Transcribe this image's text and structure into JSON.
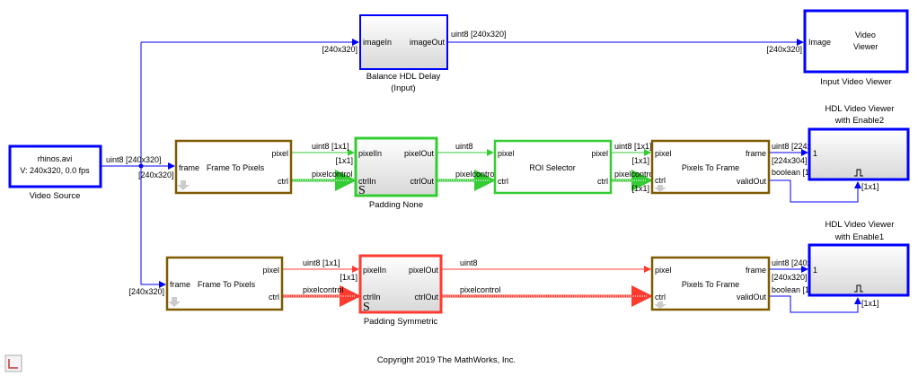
{
  "colors": {
    "blue": "#0000ff",
    "green": "#33cc33",
    "red": "#ff3b30",
    "brown": "#7f5a00"
  },
  "blocks": {
    "video_source": {
      "line1": "rhinos.avi",
      "line2": "V: 240x320, 0.0 fps",
      "name": "Video Source"
    },
    "balance": {
      "in": "imageIn",
      "out": "imageOut",
      "name1": "Balance HDL Delay",
      "name2": "(Input)"
    },
    "input_viewer": {
      "in": "Image",
      "title1": "Video",
      "title2": "Viewer",
      "name": "Input Video Viewer"
    },
    "ftp1": {
      "in": "frame",
      "title": "Frame To Pixels",
      "out1": "pixel",
      "out2": "ctrl"
    },
    "ftp2": {
      "in": "frame",
      "title": "Frame To Pixels",
      "out1": "pixel",
      "out2": "ctrl"
    },
    "pad_none": {
      "in1": "pixelIn",
      "in2": "ctrlIn",
      "out1": "pixelOut",
      "out2": "ctrlOut",
      "glyph": "S",
      "name": "Padding None"
    },
    "pad_sym": {
      "in1": "pixelIn",
      "in2": "ctrlIn",
      "out1": "pixelOut",
      "out2": "ctrlOut",
      "glyph": "S",
      "name": "Padding Symmetric"
    },
    "roi": {
      "in1": "pixel",
      "in2": "ctrl",
      "out1": "pixel",
      "out2": "ctrl",
      "title": "ROI Selector"
    },
    "ptf1": {
      "in1": "pixel",
      "in2": "ctrl",
      "out1": "frame",
      "out2": "validOut",
      "title": "Pixels To Frame"
    },
    "ptf2": {
      "in1": "pixel",
      "in2": "ctrl",
      "out1": "frame",
      "out2": "validOut",
      "title": "Pixels To Frame"
    },
    "hdl2": {
      "in": "1",
      "name1": "HDL Video Viewer",
      "name2": "with Enable2"
    },
    "hdl1": {
      "in": "1",
      "name1": "HDL Video Viewer",
      "name2": "with Enable1"
    }
  },
  "signals": {
    "src": "uint8 [240x320]",
    "src_dim": "[240x320]",
    "bal_in_dim": "[240x320]",
    "bal_out": "uint8 [240x320]",
    "viewer_dim": "[240x320]",
    "ftp2_dim": "[240x320]",
    "r1_pix": "uint8 [1x1]",
    "r1_pix_dim": "[1x1]",
    "r1_ctrl": "pixelcontrol",
    "r1_pix2": "uint8",
    "r1_ctrl2": "pixelcontrol",
    "r1_pix3": "uint8 [1x1]",
    "r1_pix3_dim": "[1x1]",
    "r1_ctrl3": "pixelcontrol",
    "r1_ctrl3_dim": "[1x1]",
    "r1_frame": "uint8 [224x",
    "r1_frame_dim": "[224x304]",
    "r1_valid": "boolean [1",
    "r1_valid_dim": "[1x1]",
    "r2_pix": "uint8 [1x1]",
    "r2_pix_dim": "[1x1]",
    "r2_ctrl": "pixelcontrol",
    "r2_pix2": "uint8",
    "r2_ctrl2": "pixelcontrol",
    "r2_frame": "uint8 [240x",
    "r2_frame_dim": "[240x320]",
    "r2_valid": "boolean [1",
    "r2_valid_dim": "[1x1]"
  },
  "footer": {
    "copyright": "Copyright 2019 The MathWorks, Inc."
  }
}
